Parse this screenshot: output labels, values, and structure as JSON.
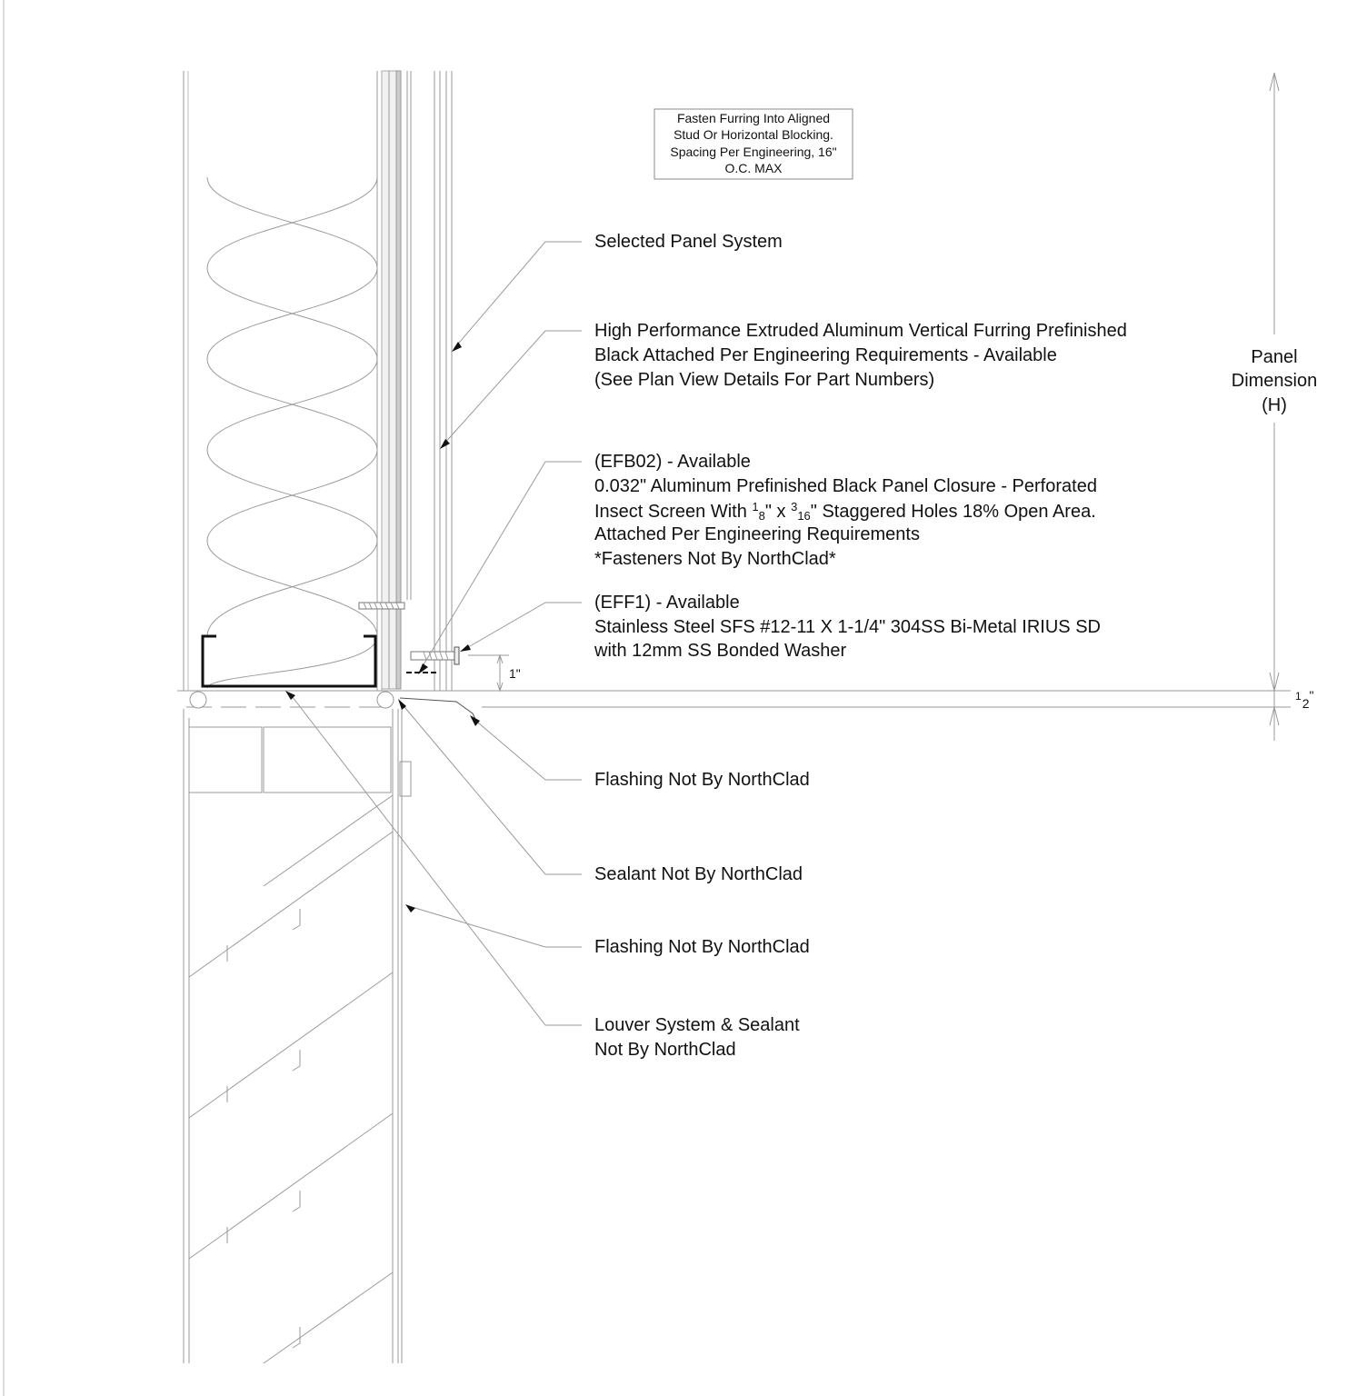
{
  "note_box": {
    "lines": [
      "Fasten Furring Into Aligned",
      "Stud Or Horizontal Blocking.",
      "Spacing Per Engineering, 16\"",
      "O.C. MAX"
    ]
  },
  "callouts": {
    "panel_system": "Selected Panel System",
    "furring": [
      "High Performance Extruded Aluminum Vertical Furring Prefinished",
      "Black Attached Per Engineering Requirements - Available",
      "(See Plan View Details For Part Numbers)"
    ],
    "efb02": {
      "line1": "(EFB02) - Available",
      "line2": "0.032\" Aluminum Prefinished Black Panel Closure - Perforated",
      "line3_prefix": "Insect Screen With ",
      "frac1_num": "1",
      "frac1_den": "8",
      "line3_mid": "\" x ",
      "frac2_num": "3",
      "frac2_den": "16",
      "line3_suffix": "\" Staggered Holes 18% Open Area.",
      "line4": "Attached Per Engineering Requirements",
      "line5": "*Fasteners Not By NorthClad*"
    },
    "eff1": [
      "(EFF1) - Available",
      "Stainless Steel SFS #12-11 X 1-1/4\" 304SS Bi-Metal IRIUS SD",
      "with 12mm SS Bonded Washer"
    ],
    "flashing_1": "Flashing Not By NorthClad",
    "sealant": "Sealant Not By NorthClad",
    "flashing_2": "Flashing Not By NorthClad",
    "louver": [
      "Louver System & Sealant",
      "Not By NorthClad"
    ]
  },
  "dimensions": {
    "panel_dimension": [
      "Panel",
      "Dimension",
      "(H)"
    ],
    "gap_1in": "1\"",
    "half_num": "1",
    "half_den": "2",
    "half_unit": "\""
  }
}
